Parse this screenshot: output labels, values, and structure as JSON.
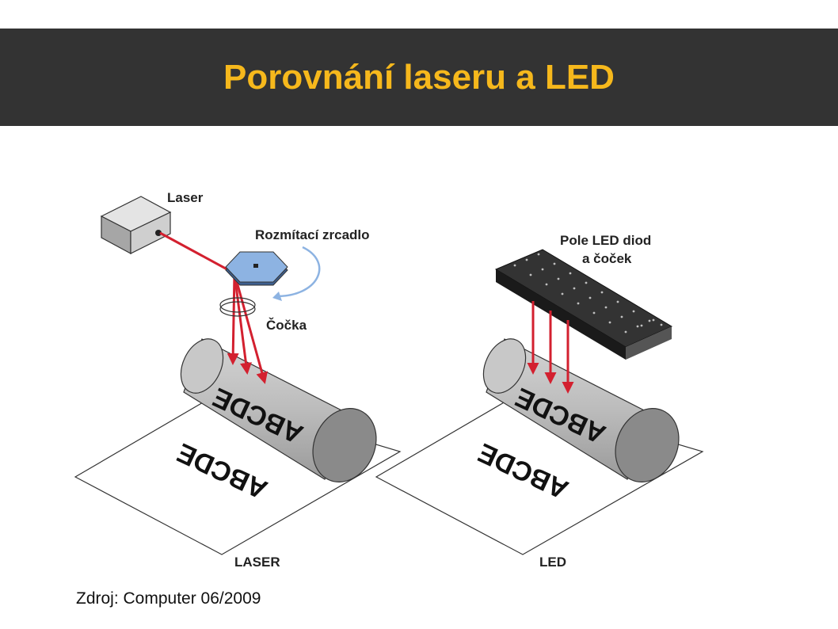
{
  "slide": {
    "title": "Porovnání laseru a LED"
  },
  "diagram": {
    "laser_label": "Laser",
    "mirror_label": "Rozmítací zrcadlo",
    "lens_label": "Čočka",
    "led_array_label_line1": "Pole LED diod",
    "led_array_label_line2": "a čoček",
    "drum_text": "ABCDE",
    "paper_text": "ABCDE",
    "left_caption": "LASER",
    "right_caption": "LED"
  },
  "colors": {
    "title": "#f6b81c",
    "bar": "#333333",
    "beam": "#d3202f",
    "mirror": "#8db3e2"
  },
  "source": "Zdroj: Computer 06/2009"
}
